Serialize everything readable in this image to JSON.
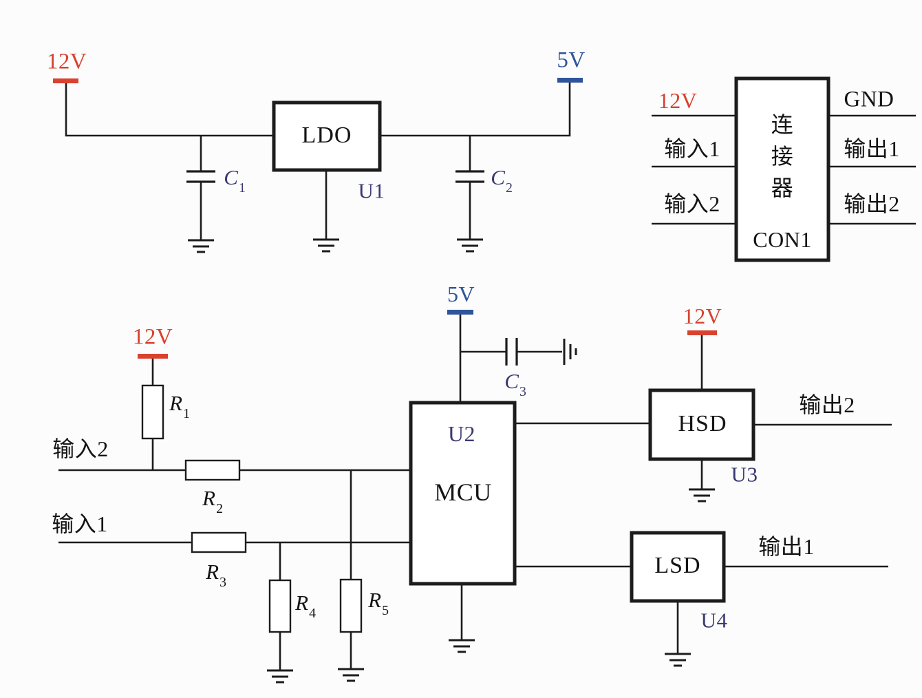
{
  "colors": {
    "rail12": "#d8422f",
    "rail5": "#2f549b",
    "designator": "#3a3a73",
    "wire": "#1c1c1c",
    "text": "#141414",
    "background": "#fcfcfc"
  },
  "power_stage": {
    "rail_12v": "12V",
    "rail_5v": "5V",
    "ldo": "LDO",
    "ldo_ref": "U1",
    "c1": {
      "letter": "C",
      "sub": "1"
    },
    "c2": {
      "letter": "C",
      "sub": "2"
    }
  },
  "connector": {
    "ref": "CON1",
    "name_chars": [
      "连",
      "接",
      "器"
    ],
    "left_pins": [
      "12V",
      "输入1",
      "输入2"
    ],
    "right_pins": [
      "GND",
      "输出1",
      "输出2"
    ]
  },
  "mcu_stage": {
    "rail_5v": "5V",
    "rail_12v": "12V",
    "mcu": "MCU",
    "mcu_ref": "U2",
    "c3": {
      "letter": "C",
      "sub": "3"
    },
    "r1": {
      "letter": "R",
      "sub": "1"
    },
    "r2": {
      "letter": "R",
      "sub": "2"
    },
    "r3": {
      "letter": "R",
      "sub": "3"
    },
    "r4": {
      "letter": "R",
      "sub": "4"
    },
    "r5": {
      "letter": "R",
      "sub": "5"
    },
    "input_1": "输入1",
    "input_2": "输入2"
  },
  "output_stage": {
    "hsd": "HSD",
    "hsd_ref": "U3",
    "hsd_rail_12v": "12V",
    "output_2": "输出2",
    "lsd": "LSD",
    "lsd_ref": "U4",
    "output_1": "输出1"
  }
}
